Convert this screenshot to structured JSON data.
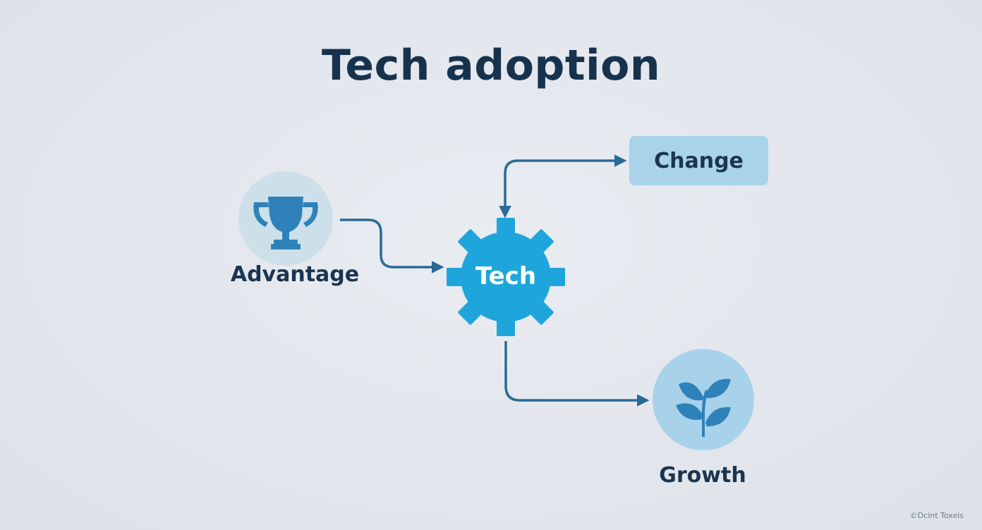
{
  "title": "Tech adoption",
  "nodes": {
    "advantage": {
      "label": "Advantage",
      "icon": "trophy-icon"
    },
    "tech": {
      "label": "Tech",
      "icon": "gear-icon"
    },
    "change": {
      "label": "Change"
    },
    "growth": {
      "label": "Growth",
      "icon": "plant-icon"
    }
  },
  "credit": "©Dcint Toxels",
  "colors": {
    "background": "#e3e7ec",
    "title": "#17324d",
    "text": "#1b3550",
    "gear": "#1ea6dc",
    "icon_circle": "#cde0ea",
    "icon_fill": "#2f82b9",
    "change_box": "#a9d3e8",
    "growth_circle": "#a8d2ea",
    "arrow": "#2a6a96"
  }
}
